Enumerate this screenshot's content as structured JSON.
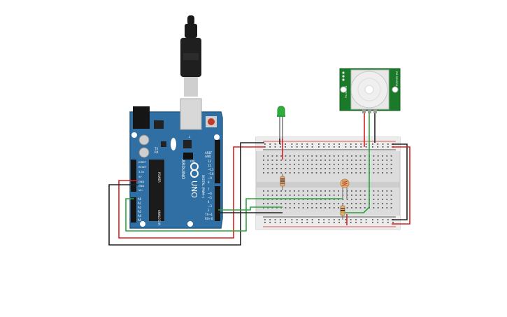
{
  "colors": {
    "arduino_board": "#2f6fa3",
    "arduino_board_edge": "#245b88",
    "breadboard": "#dcdcdc",
    "breadboard_rail": "#ececec",
    "pir_board": "#1a7a2a",
    "wire_red": "#d62020",
    "wire_black": "#222222",
    "wire_green": "#2aa43a",
    "led_green": "#2fae3c"
  },
  "arduino": {
    "logo_text": "UNO",
    "brand_text": "ARDUINO",
    "power_label": "POWER",
    "analog_label": "ANALOG IN",
    "digital_label": "DIGITAL (PWM~)",
    "tx_label": "TX",
    "rx_label": "RX",
    "l_label": "L",
    "on_label": "ON",
    "aref_label": "AREF",
    "gnd_label": "GND",
    "power_pins": [
      "IOREF",
      "RESET",
      "3.3V",
      "5V",
      "GND",
      "GND",
      "Vin"
    ],
    "analog_pins": [
      "A0",
      "A1",
      "A2",
      "A3",
      "A4",
      "A5"
    ],
    "digital_pins": [
      "13",
      "12",
      "~11",
      "~10",
      "~9",
      "8",
      "7",
      "~6",
      "~5",
      "4",
      "~3",
      "2",
      "TX→1",
      "RX←0"
    ]
  },
  "pir": {
    "label_left": "HC-SR501",
    "label_right": "PIR SENSOR"
  }
}
